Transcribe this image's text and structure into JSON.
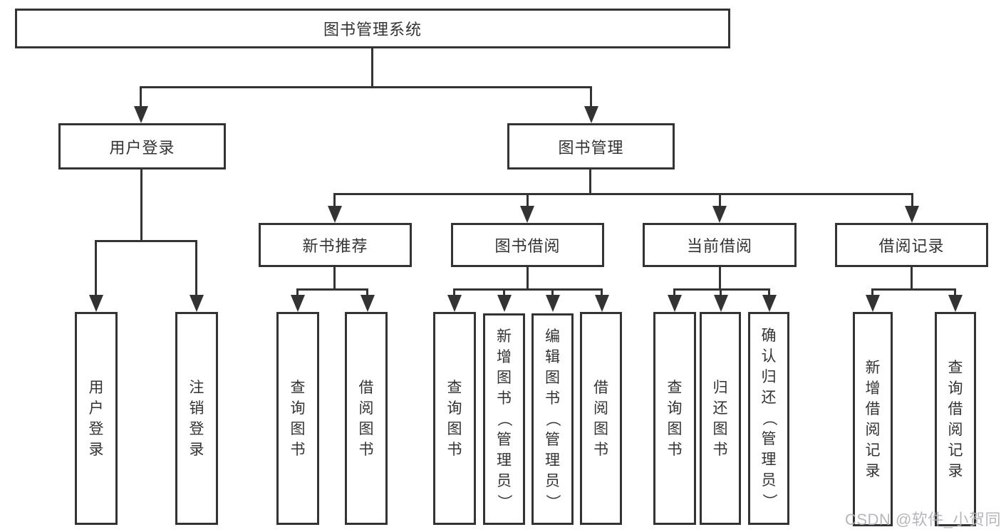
{
  "diagram": {
    "title": "图书管理系统",
    "root": {
      "label": "图书管理系统"
    },
    "branches": [
      {
        "label": "用户登录",
        "leaves": [
          {
            "label": "用户登录"
          },
          {
            "label": "注销登录"
          }
        ]
      },
      {
        "label": "图书管理",
        "groups": [
          {
            "label": "新书推荐",
            "leaves": [
              {
                "label": "查询图书"
              },
              {
                "label": "借阅图书"
              }
            ]
          },
          {
            "label": "图书借阅",
            "leaves": [
              {
                "label": "查询图书"
              },
              {
                "label": "新增图书（管理员）"
              },
              {
                "label": "编辑图书（管理员）"
              },
              {
                "label": "借阅图书"
              }
            ]
          },
          {
            "label": "当前借阅",
            "leaves": [
              {
                "label": "查询图书"
              },
              {
                "label": "归还图书"
              },
              {
                "label": "确认归还（管理员）"
              }
            ]
          },
          {
            "label": "借阅记录",
            "leaves": [
              {
                "label": "新增借阅记录"
              },
              {
                "label": "查询借阅记录"
              }
            ]
          }
        ]
      }
    ]
  },
  "watermark": {
    "text": "CSDN @软件_小贺同学"
  },
  "colors": {
    "line": "#333333",
    "text": "#333333",
    "background": "#ffffff",
    "watermark": "#afafb4"
  }
}
